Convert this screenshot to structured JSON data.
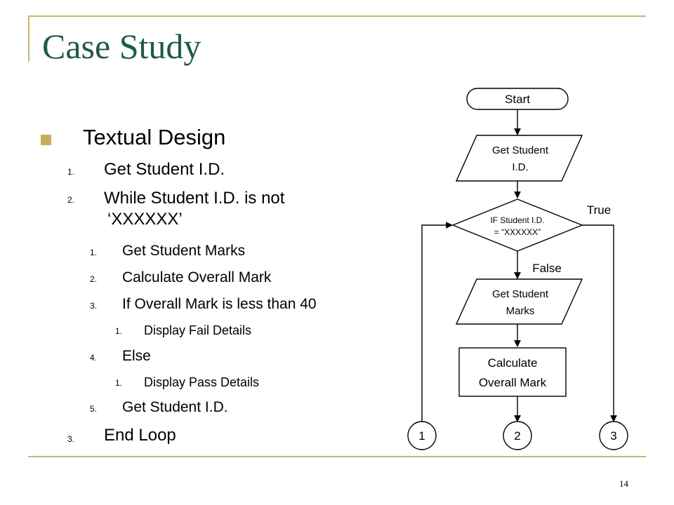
{
  "title": "Case Study",
  "slide_number": "14",
  "colors": {
    "title": "#1f5b3f",
    "accent": "#c6b86b",
    "bullet": "#c4b05c",
    "stroke": "#000000"
  },
  "textual_design": {
    "heading": "Textual Design",
    "items": [
      {
        "num": "1.",
        "text": "Get Student I.D."
      },
      {
        "num": "2.",
        "text": "While Student I.D. is not",
        "text2": "‘XXXXXX’"
      },
      {
        "num": "1.",
        "text": "Get Student Marks"
      },
      {
        "num": "2.",
        "text": "Calculate Overall Mark"
      },
      {
        "num": "3.",
        "text": "If Overall Mark is less than 40"
      },
      {
        "num": "1.",
        "text": "Display Fail Details"
      },
      {
        "num": "4.",
        "text": "Else"
      },
      {
        "num": "1.",
        "text": "Display Pass Details"
      },
      {
        "num": "5.",
        "text": "Get Student I.D."
      },
      {
        "num": "3.",
        "text": "End Loop"
      }
    ]
  },
  "flowchart": {
    "start": "Start",
    "get_id": {
      "line1": "Get Student",
      "line2": "I.D."
    },
    "decision": {
      "line1": "IF Student I.D.",
      "line2": "= “XXXXXX”"
    },
    "true_label": "True",
    "false_label": "False",
    "get_marks": {
      "line1": "Get Student",
      "line2": "Marks"
    },
    "calculate": {
      "line1": "Calculate",
      "line2": "Overall Mark"
    },
    "connectors": [
      "1",
      "2",
      "3"
    ]
  }
}
